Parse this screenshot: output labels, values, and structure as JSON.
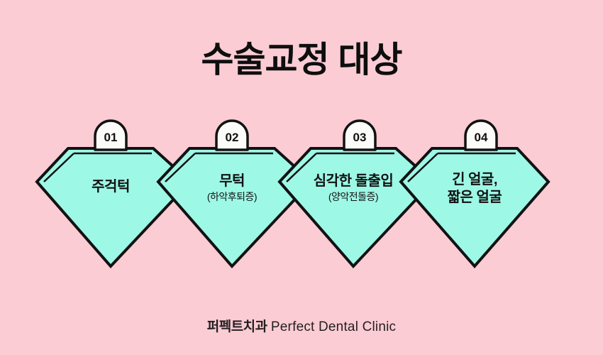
{
  "page": {
    "background_color": "#fbccd4",
    "title": "수술교정 대상"
  },
  "colors": {
    "background": "#fbccd4",
    "shape_fill": "#9ef8e6",
    "shape_stroke": "#121212",
    "badge_fill": "#fbfbf9",
    "text": "#121212"
  },
  "items": [
    {
      "number": "01",
      "label_main": "주걱턱",
      "label_sub": ""
    },
    {
      "number": "02",
      "label_main": "무턱",
      "label_sub": "(하악후퇴증)"
    },
    {
      "number": "03",
      "label_main": "심각한 돌출입",
      "label_sub": "(양악전돌증)"
    },
    {
      "number": "04",
      "label_main": "긴 얼굴,",
      "label_sub_bold": "짧은 얼굴"
    }
  ],
  "footer": {
    "brand_ko": "퍼펙트치과",
    "brand_en": "Perfect Dental Clinic"
  }
}
